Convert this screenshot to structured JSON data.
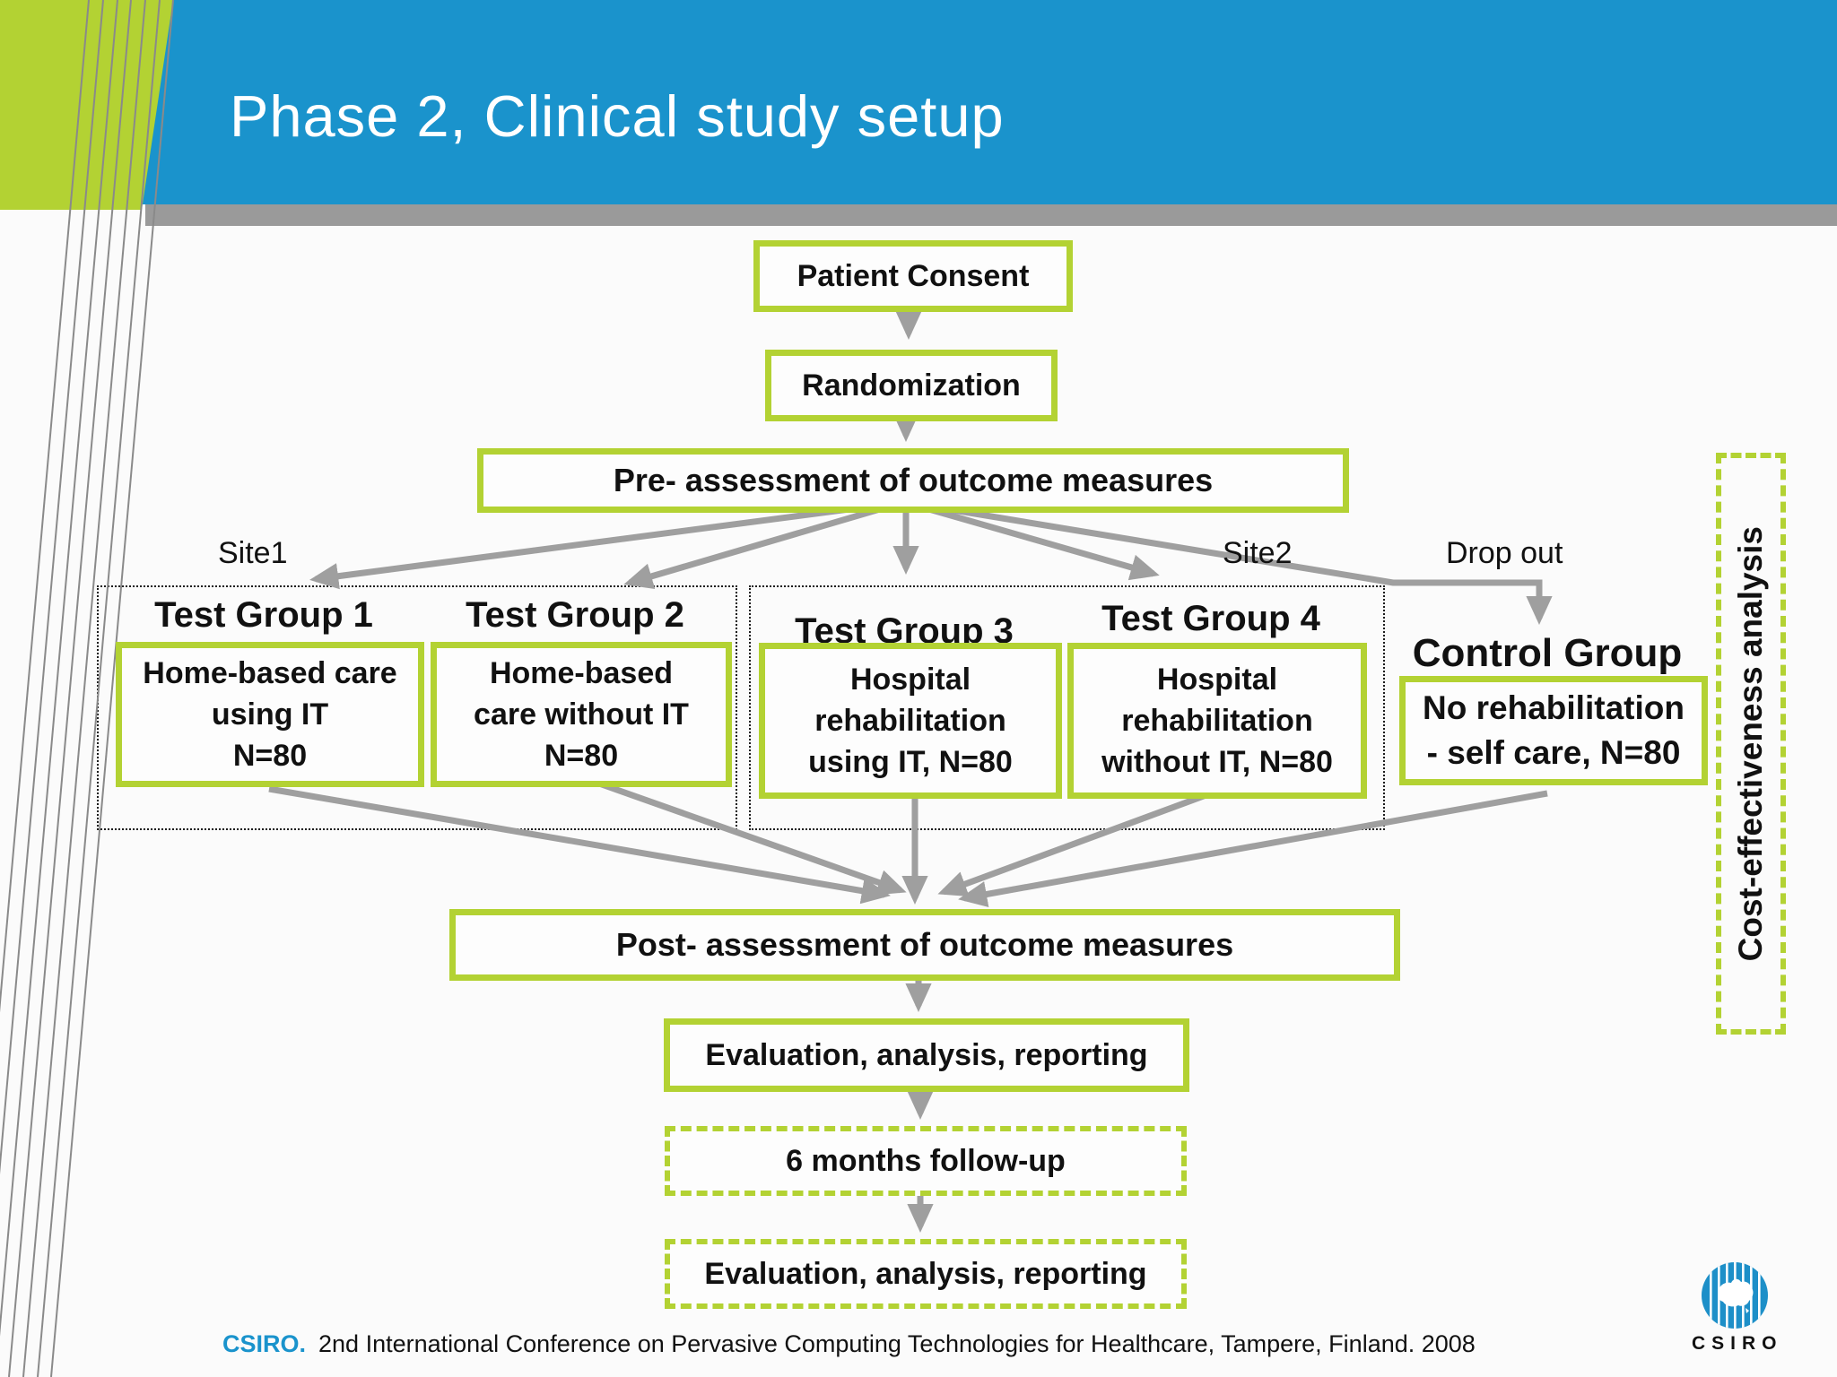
{
  "slide": {
    "title": "Phase 2, Clinical study setup",
    "footer_brand": "CSIRO.",
    "footer_text": "2nd International Conference on Pervasive Computing Technologies for Healthcare, Tampere, Finland. 2008",
    "logo_label": "CSIRO"
  },
  "colors": {
    "header_blue": "#1a93cc",
    "accent_lime": "#b3d233",
    "strip_gray": "#9a9a9a",
    "arrow_gray": "#9f9f9f",
    "logo_blue": "#1d8fc8"
  },
  "flow": {
    "patient_consent": "Patient Consent",
    "randomization": "Randomization",
    "pre_assessment": "Pre- assessment of outcome measures",
    "post_assessment": "Post- assessment of outcome measures",
    "evaluation": "Evaluation, analysis, reporting",
    "followup": "6 months follow-up",
    "evaluation2": "Evaluation, analysis, reporting",
    "cost_effectiveness": "Cost-effectiveness analysis",
    "site1": "Site1",
    "site2": "Site2",
    "dropout": "Drop out",
    "groups": [
      {
        "title": "Test Group 1",
        "body": "Home-based care\nusing IT\nN=80"
      },
      {
        "title": "Test Group 2",
        "body": "Home-based\ncare without IT\nN=80"
      },
      {
        "title": "Test Group 3",
        "body": "Hospital\nrehabilitation\nusing IT, N=80"
      },
      {
        "title": "Test Group 4",
        "body": "Hospital\nrehabilitation\nwithout IT, N=80"
      },
      {
        "title": "Control Group",
        "body": "No rehabilitation\n- self care, N=80"
      }
    ]
  }
}
